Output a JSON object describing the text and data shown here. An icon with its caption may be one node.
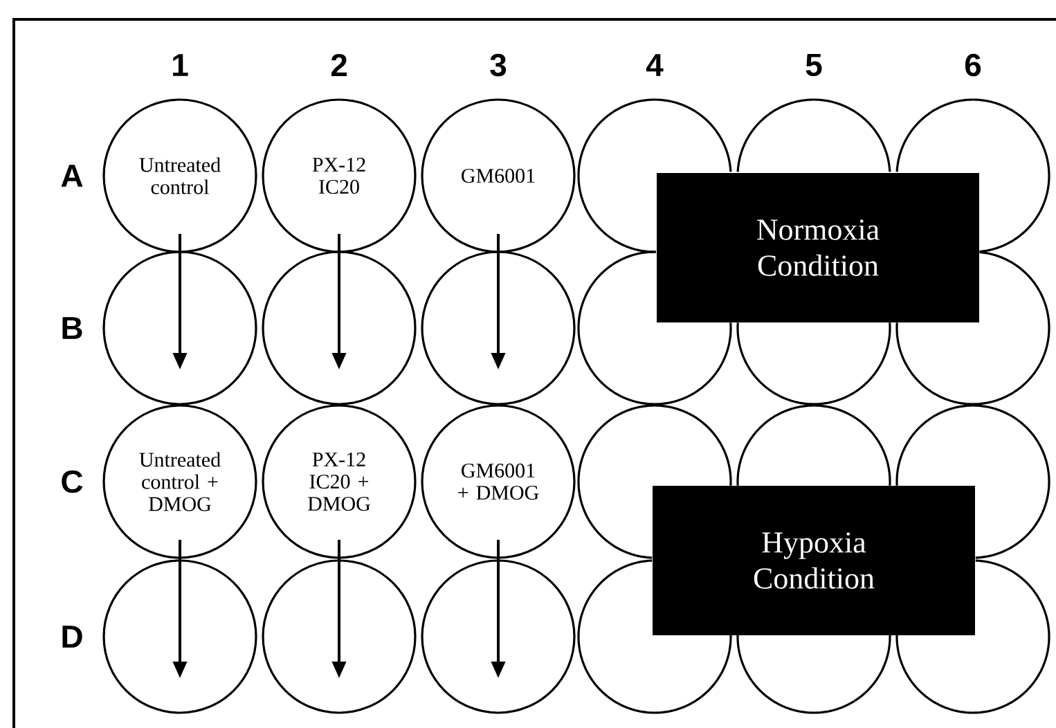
{
  "diagram": {
    "nodes": [
      {
        "text": [
          "Untreated control"
        ]
      },
      {
        "text": [
          "PX-12 IC20"
        ]
      },
      {
        "text": [
          "GM6001"
        ]
      },
      {
        "text": [],
        "shape": "circle"
      },
      {
        "text": [],
        "shape": "circle"
      },
      {
        "text": [],
        "shape": "circle"
      },
      {
        "text": [],
        "shape": "circle"
      },
      {
        "text": [],
        "shape": "circle"
      },
      {
        "text": [],
        "shape": "circle"
      },
      {
        "text": [],
        "shape": "circle"
      },
      {
        "text": [],
        "shape": "circle"
      },
      {
        "text": [],
        "shape": "circle"
      },
      {
        "text": [
          "Untreated control + DMOG"
        ]
      },
      {
        "text": [
          "PX-12 IC20 + DMOG"
        ]
      },
      {
        "text": [
          "GM6001 + DMOG"
        ]
      },
      {
        "text": [],
        "shape": "circle"
      },
      {
        "text": [],
        "shape": "circle"
      },
      {
        "text": [],
        "shape": "circle"
      },
      {
        "text": [],
        "shape": "circle"
      },
      {
        "text": [],
        "shape": "circle"
      },
      {
        "text": [],
        "shape": "circle"
      },
      {
        "text": [],
        "shape": "circle"
      },
      {
        "text": [],
        "shape": "circle"
      },
      {
        "text": [],
        "shape": "circle"
      },
      {
        "text": [
          "Normoxia Condition"
        ]
      },
      {
        "text": [
          "Hypoxia Condition"
        ]
      }
    ],
    "edges": [
      {
        "from": 0,
        "to": 6,
        "arrow": "to"
      },
      {
        "from": 1,
        "to": 7,
        "arrow": "to"
      },
      {
        "from": 2,
        "to": 8,
        "arrow": "to"
      },
      {
        "from": 12,
        "to": 18,
        "arrow": "to"
      },
      {
        "from": 13,
        "to": 19,
        "arrow": "to"
      },
      {
        "from": 14,
        "to": 20,
        "arrow": "to"
      }
    ],
    "labels": [
      "1",
      "2",
      "3",
      "4",
      "5",
      "6",
      "A",
      "B",
      "C",
      "D"
    ]
  }
}
